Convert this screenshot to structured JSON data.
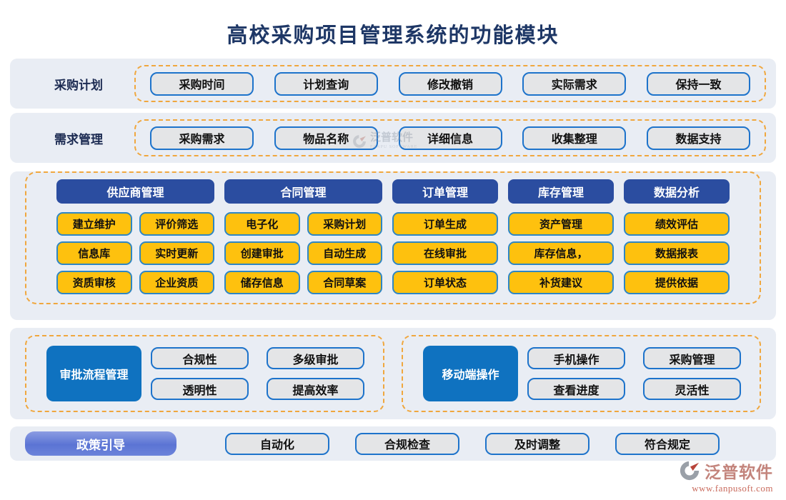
{
  "title": "高校采购项目管理系统的功能模块",
  "rows": [
    {
      "label": "采购计划",
      "buttons": [
        "采购时间",
        "计划查询",
        "修改撤销",
        "实际需求",
        "保持一致"
      ]
    },
    {
      "label": "需求管理",
      "buttons": [
        "采购需求",
        "物品名称",
        "详细信息",
        "收集整理",
        "数据支持"
      ]
    }
  ],
  "modules": [
    {
      "header": "供应商管理",
      "buttons": [
        "建立维护",
        "评价筛选",
        "信息库",
        "实时更新",
        "资质审核",
        "企业资质"
      ]
    },
    {
      "header": "合同管理",
      "buttons": [
        "电子化",
        "采购计划",
        "创建审批",
        "自动生成",
        "储存信息",
        "合同草案"
      ]
    },
    {
      "header": "订单管理",
      "buttons": [
        "订单生成",
        "在线审批",
        "订单状态"
      ]
    },
    {
      "header": "库存管理",
      "buttons": [
        "资产管理",
        "库存信息，",
        "补货建议"
      ]
    },
    {
      "header": "数据分析",
      "buttons": [
        "绩效评估",
        "数据报表",
        "提供依据"
      ]
    }
  ],
  "panels": [
    {
      "header": "审批流程管理",
      "buttons": [
        "合规性",
        "多级审批",
        "透明性",
        "提高效率"
      ]
    },
    {
      "header": "移动端操作",
      "buttons": [
        "手机操作",
        "采购管理",
        "查看进度",
        "灵活性"
      ]
    }
  ],
  "policy": {
    "label": "政策引导",
    "buttons": [
      "自动化",
      "合规检查",
      "及时调整",
      "符合规定"
    ]
  },
  "watermark": {
    "center_brand": "泛普软件",
    "center_sub": "FANPU SOFTWARE",
    "footer_brand": "泛普软件",
    "footer_url": "www.fanpusoft.com"
  },
  "colors": {
    "title_navy": "#1e3766",
    "band_bg": "#e9edf4",
    "dashed_orange": "#f0a73e",
    "header_blue": "#2b4da0",
    "panel_blue": "#0f72c0",
    "chip_yellow": "#fec10e",
    "chip_gray": "#e4e5e7",
    "chip_border_blue": "#1d73cb",
    "policy_gradient_blue": "#5b74d4",
    "brand_red": "#c96a5c"
  }
}
